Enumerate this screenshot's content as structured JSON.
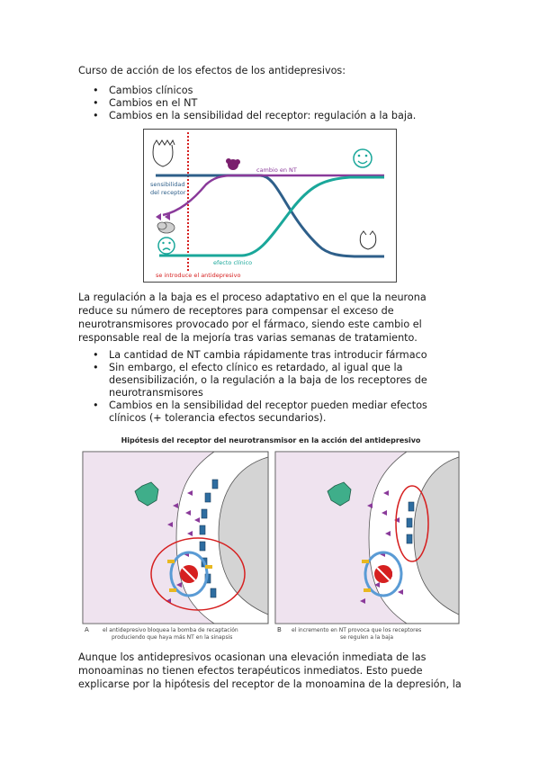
{
  "heading": "Curso de acción de los efectos de los antidepresivos:",
  "bullets1": [
    "Cambios clínicos",
    "Cambios en el NT",
    "Cambios en la sensibilidad del receptor: regulación a la baja."
  ],
  "fig1": {
    "label_nt": "cambio en NT",
    "label_sens_1": "sensibilidad",
    "label_sens_2": "del receptor",
    "label_clinical": "efecto clínico",
    "label_intro": "se introduce el antidepresivo"
  },
  "para1": "La regulación a la baja es el proceso adaptativo en el que la neurona reduce su número de receptores para compensar el exceso de neurotransmisores provocado por el fármaco, siendo este cambio el responsable real de la mejoría tras varias semanas de tratamiento.",
  "bullets2": [
    "La cantidad de NT cambia rápidamente tras introducir fármaco",
    "Sin embargo, el efecto clínico es retardado, al igual que la desensibilización, o la regulación a la baja de los receptores de neurotransmisores",
    "Cambios en la sensibilidad del receptor pueden mediar efectos clínicos (+ tolerancia efectos secundarios)."
  ],
  "fig2": {
    "title": "Hipótesis del receptor del neurotransmisor en la acción del antidepresivo",
    "caption_a_letter": "A",
    "caption_a_1": "el antidepresivo bloquea la bomba de recaptación",
    "caption_a_2": "produciendo que haya más NT en la sinapsis",
    "caption_b_letter": "B",
    "caption_b_1": "el incremento en NT provoca que los receptores",
    "caption_b_2": "se regulen a la baja"
  },
  "para2": "Aunque los antidepresivos ocasionan una elevación inmediata de las monoaminas no tienen efectos terapéuticos inmediatos. Esto puede explicarse por la hipótesis del receptor de la monoamina de la depresión, la",
  "colors": {
    "nt_curve": "#8a3a9a",
    "clinical_curve": "#1aa79a",
    "receptor_curve": "#2e5f8a",
    "intro_line": "#d62020",
    "ring": "#d62020"
  }
}
